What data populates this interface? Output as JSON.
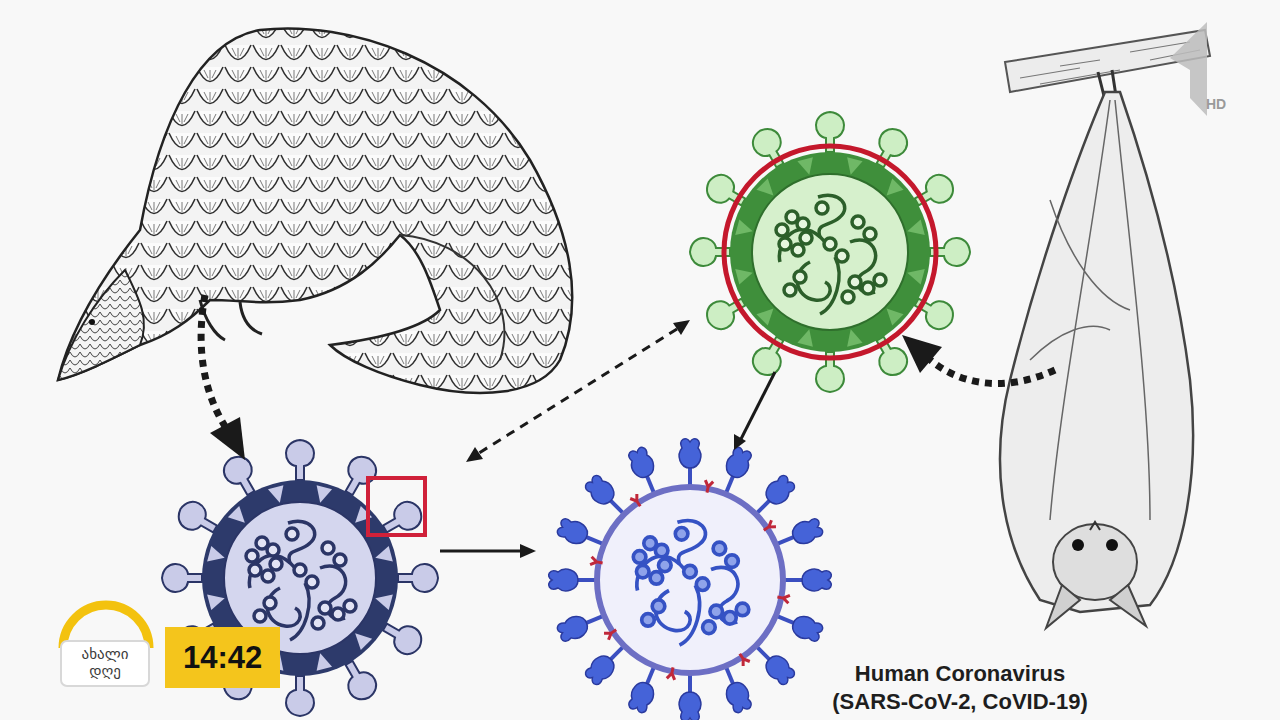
{
  "diagram": {
    "nodes": [
      {
        "text": [
          "ახალი დღე"
        ]
      },
      {
        "text": [
          "14:42"
        ]
      }
    ],
    "labels": [
      "HD",
      "Human Coronavirus (SARS-CoV-2, CoVID-19)"
    ]
  }
}
